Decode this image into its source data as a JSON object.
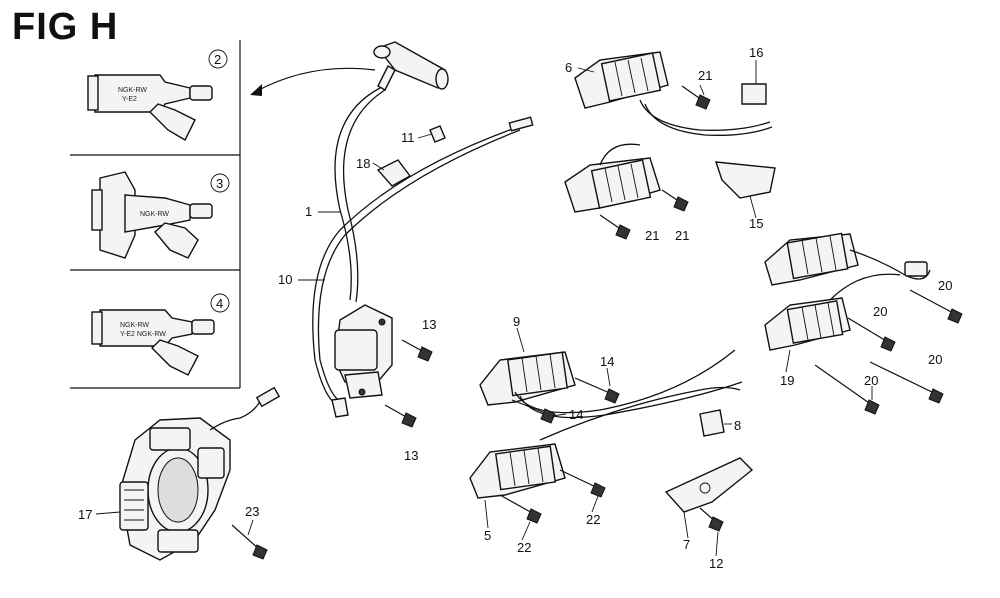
{
  "figure": {
    "title": "FIG H"
  },
  "cap_insets": [
    {
      "number": "2",
      "text_lines": [
        "NGK-RW",
        "Y-E2"
      ]
    },
    {
      "number": "3",
      "text_lines": [
        "NGK-RW"
      ]
    },
    {
      "number": "4",
      "text_lines": [
        "NGK-RW",
        "Y-E2  NGK-RW"
      ]
    }
  ],
  "callouts": {
    "c1": "1",
    "c10": "10",
    "c11": "11",
    "c18": "18",
    "c13a": "13",
    "c13b": "13",
    "c6": "6",
    "c21a": "21",
    "c21b": "21",
    "c21c": "21",
    "c16": "16",
    "c15": "15",
    "c9": "9",
    "c14a": "14",
    "c14b": "14",
    "c5": "5",
    "c22a": "22",
    "c22b": "22",
    "c8": "8",
    "c7": "7",
    "c12": "12",
    "c19": "19",
    "c20a": "20",
    "c20b": "20",
    "c20c": "20",
    "c20d": "20",
    "c17": "17",
    "c23": "23"
  }
}
